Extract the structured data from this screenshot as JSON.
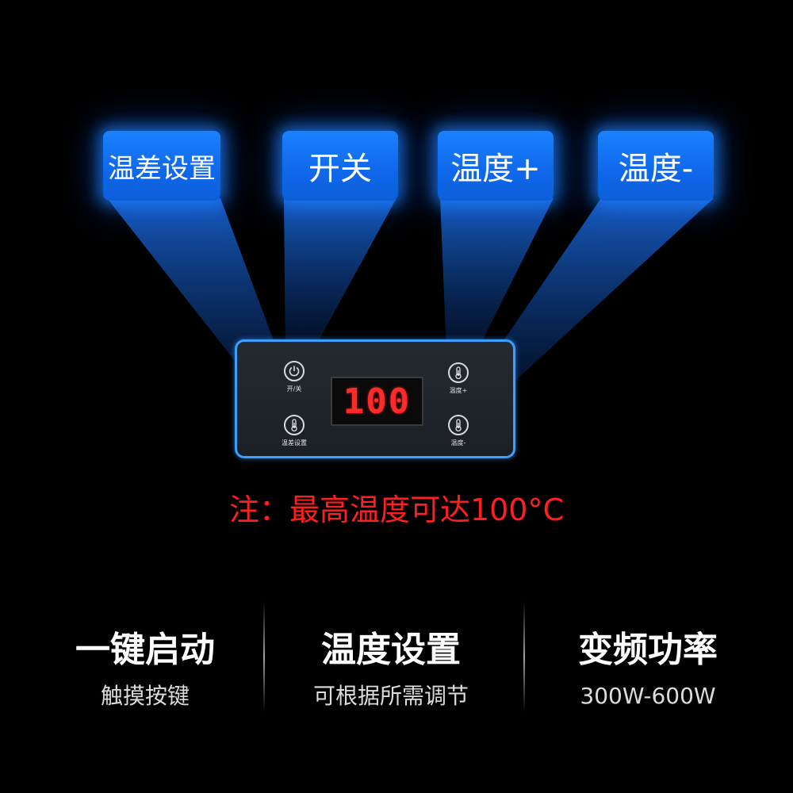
{
  "callouts": {
    "temp_diff_setting": "温差设置",
    "power": "开关",
    "temp_up": "温度+",
    "temp_down": "温度-"
  },
  "panel": {
    "display_value": "100",
    "power_label": "开/关",
    "temp_diff_label": "温差设置",
    "temp_up_label": "温度+",
    "temp_down_label": "温度-"
  },
  "note": "注：最高温度可达100°C",
  "features": [
    {
      "title": "一键启动",
      "subtitle": "触摸按键"
    },
    {
      "title": "温度设置",
      "subtitle": "可根据所需调节"
    },
    {
      "title": "变频功率",
      "subtitle": "300W-600W"
    }
  ],
  "colors": {
    "background": "#000000",
    "callout_blue": "#1a82ff",
    "panel_border": "#3aa0ff",
    "display_red": "#ff2a2a",
    "note_red": "#ff1f1f"
  },
  "icons": {
    "power": "power-icon",
    "thermometer": "thermometer-icon"
  }
}
